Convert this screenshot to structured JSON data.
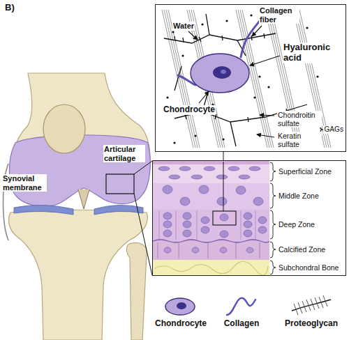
{
  "diagram": {
    "nodes": [
      {
        "text": [
          "Water",
          "Collagen fiber",
          "Hyaluronic acid",
          "Chondrocyte",
          "Chondroitin sulfate",
          "Keratin sulfate",
          "GAGs"
        ]
      },
      {
        "text": [
          "Superficial Zone",
          "Middle Zone",
          "Deep Zone",
          "Calcified Zone",
          "Subchondral Bone"
        ]
      }
    ],
    "edges": [
      {
        "from": 1,
        "to": 0,
        "arrow": "none"
      }
    ],
    "labels": [
      "B)",
      "Synovial membrane",
      "Articular cartilage"
    ],
    "legend": [
      {
        "text": "Chondrocyte"
      },
      {
        "text": "Collagen"
      },
      {
        "text": "Proteoglycan"
      }
    ]
  }
}
